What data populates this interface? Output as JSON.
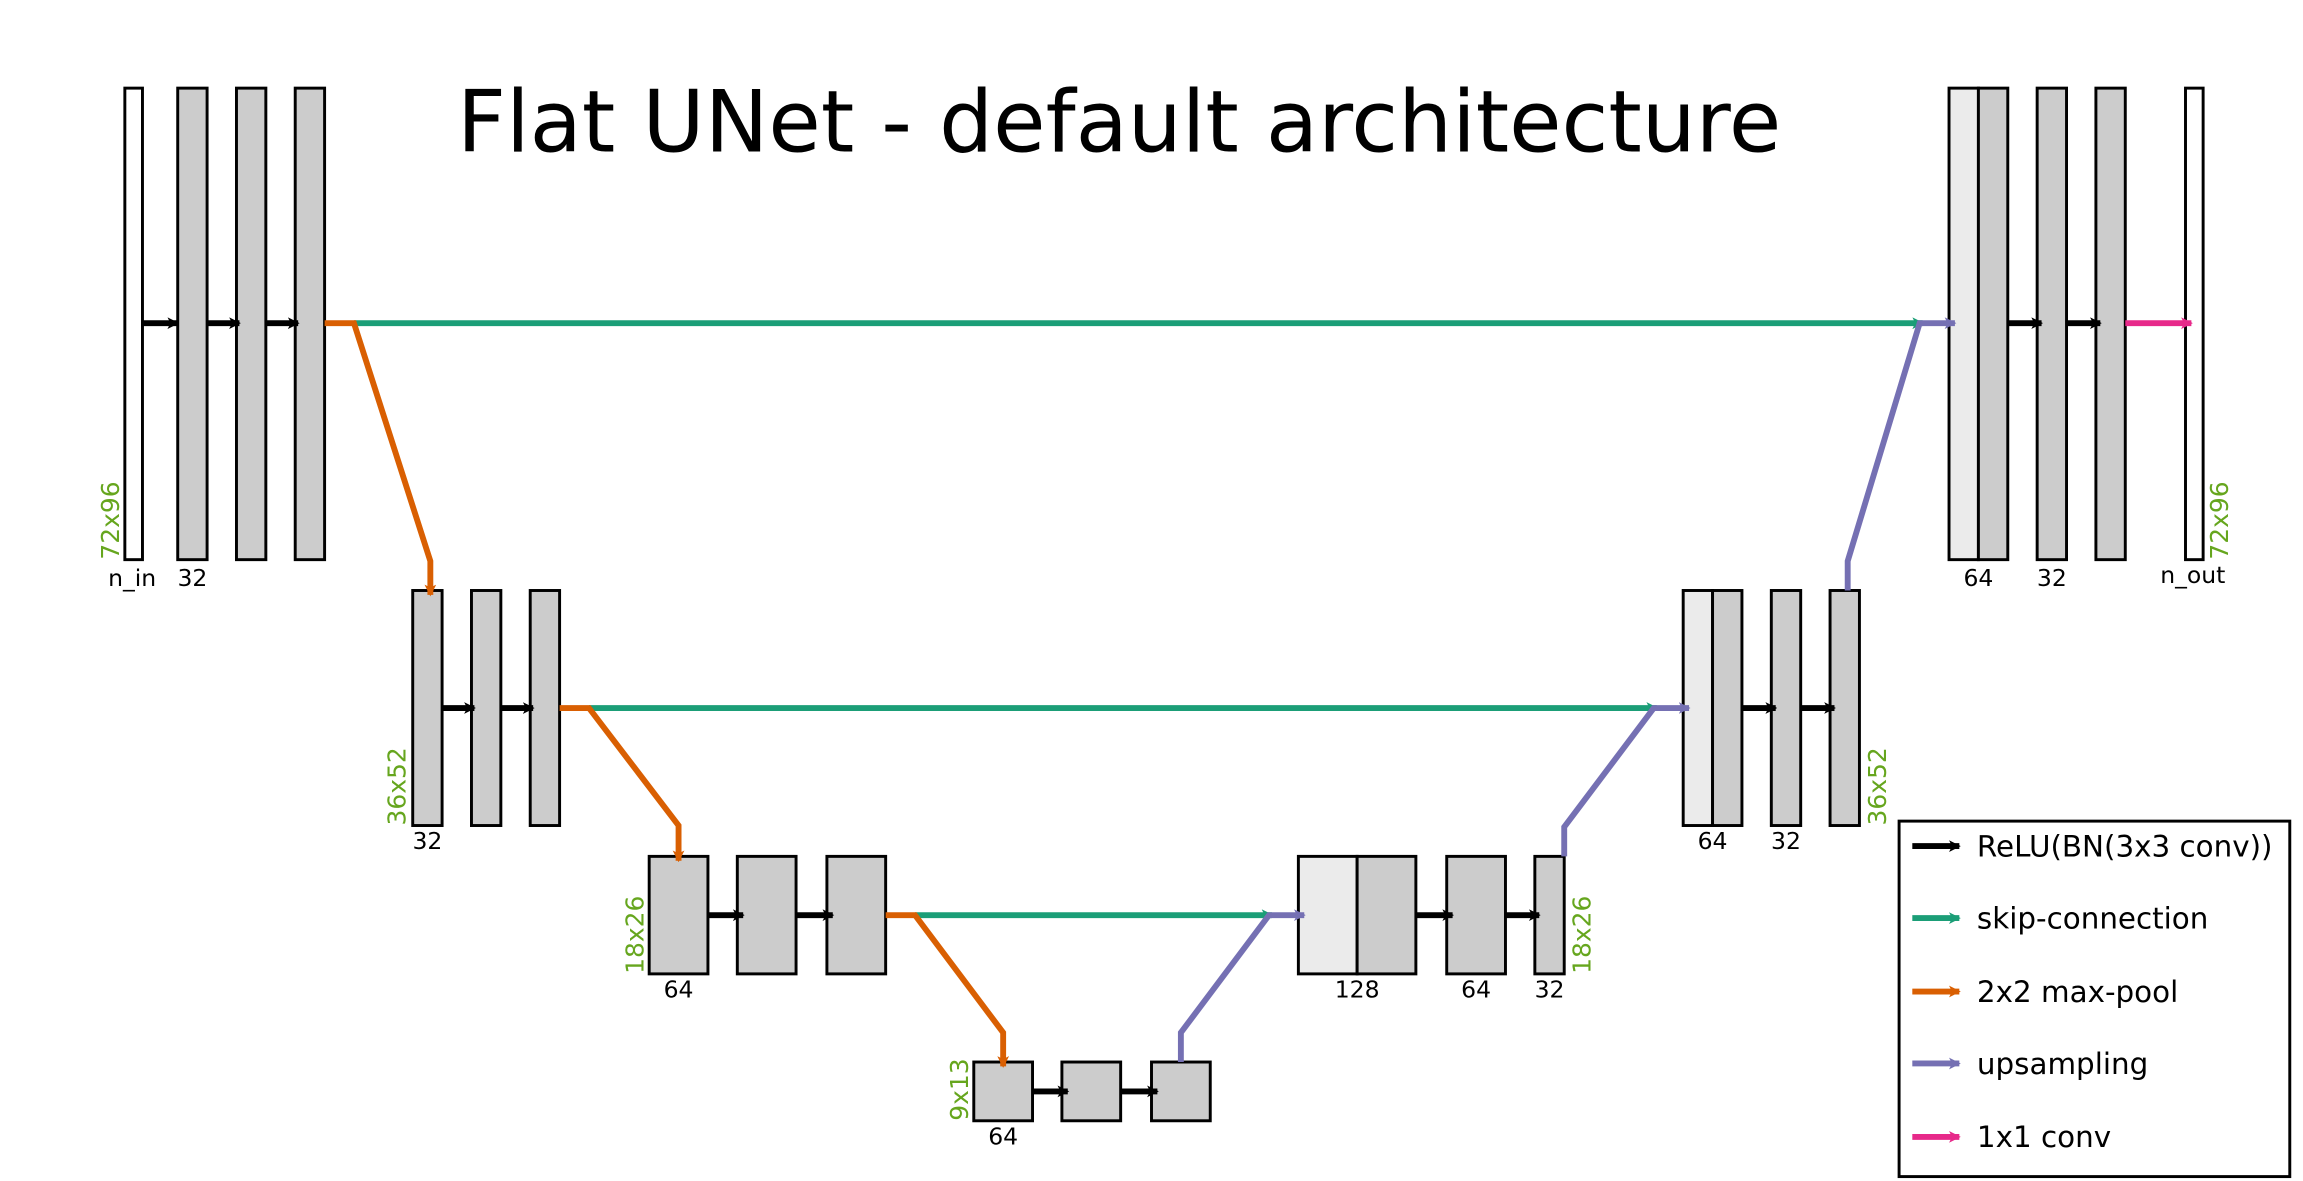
{
  "title": "Flat UNet - default architecture",
  "colors": {
    "conv": "#000000",
    "skip": "#1b9e77",
    "pool": "#d95f02",
    "upsample": "#7570b3",
    "conv1x1": "#e7298a",
    "dim_label": "#66a61e",
    "feature_map_fill": "#cccccc",
    "concat_fill": "#ebebeb",
    "io_fill": "#ffffff"
  },
  "encoder": {
    "level1": {
      "dim": "72x96",
      "input_label": "n_in",
      "channels": "32"
    },
    "level2": {
      "dim": "36x52",
      "channels": "32"
    },
    "level3": {
      "dim": "18x26",
      "channels": "64"
    },
    "bottleneck": {
      "dim": "9x13",
      "channels": "64"
    }
  },
  "decoder": {
    "level3": {
      "dim": "18x26",
      "concat_channels": "128",
      "mid_channels": "64",
      "out_channels": "32"
    },
    "level2": {
      "dim": "36x52",
      "concat_channels": "64",
      "out_channels": "32"
    },
    "level1": {
      "dim": "72x96",
      "concat_channels": "64",
      "out_channels": "32",
      "output_label": "n_out"
    }
  },
  "legend": {
    "items": [
      {
        "label": "ReLU(BN(3x3 conv))",
        "color": "#000000"
      },
      {
        "label": "skip-connection",
        "color": "#1b9e77"
      },
      {
        "label": "2x2 max-pool",
        "color": "#d95f02"
      },
      {
        "label": "upsampling",
        "color": "#7570b3"
      },
      {
        "label": "1x1 conv",
        "color": "#e7298a"
      }
    ]
  }
}
